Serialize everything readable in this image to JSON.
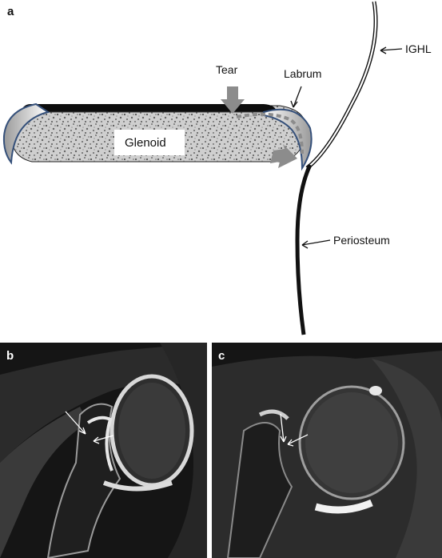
{
  "panels": {
    "a": {
      "letter": "a"
    },
    "b": {
      "letter": "b"
    },
    "c": {
      "letter": "c"
    }
  },
  "labels": {
    "tear": "Tear",
    "labrum": "Labrum",
    "ighl": "IGHL",
    "glenoid": "Glenoid",
    "periosteum": "Periosteum"
  },
  "colors": {
    "arrow_gray": "#8c8c8c",
    "labrum_edge": "#35507a",
    "bone_fill": "#c9c9c9",
    "cartilage": "#111111"
  }
}
